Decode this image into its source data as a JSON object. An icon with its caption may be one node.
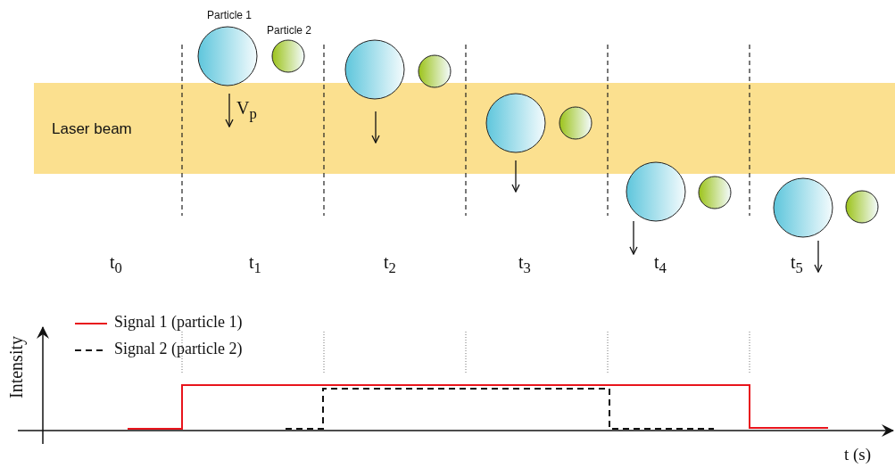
{
  "diagram": {
    "nodes": [
      {
        "text": [
          "Laser beam"
        ]
      }
    ],
    "labels": [
      "Particle 1",
      "Particle 2",
      "V$_{p}$",
      "t$_{0}$",
      "t$_{1}$",
      "t$_{2}$",
      "t$_{3}$",
      "t$_{4}$",
      "t$_{5}$",
      "Intensity",
      "t (s)"
    ],
    "legend": [
      {
        "text": "Signal 1 (particle 1)"
      },
      {
        "text": "Signal 2 (particle 2)"
      }
    ]
  }
}
